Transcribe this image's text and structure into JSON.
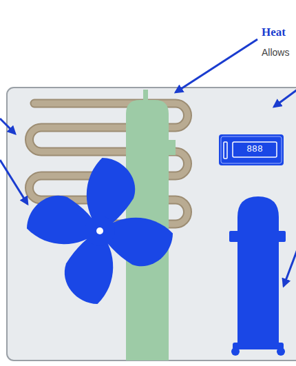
{
  "diagram": {
    "labels": [
      "Heat",
      "Allows",
      "888"
    ]
  }
}
